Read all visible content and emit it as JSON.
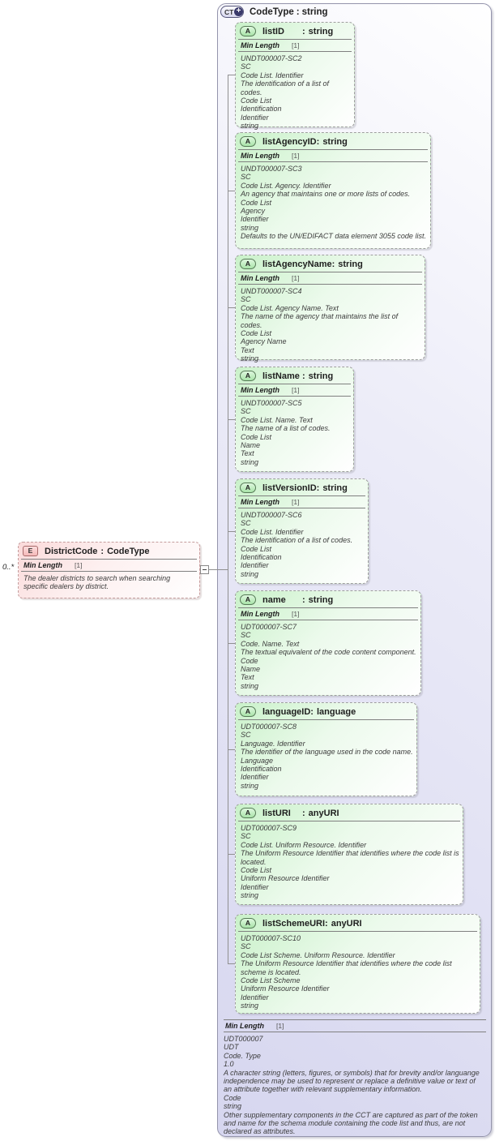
{
  "icons": {
    "complex_type": "CT",
    "attribute": "A",
    "element": "E",
    "plus": "+"
  },
  "punct": {
    "colon": ":"
  },
  "complex_type": {
    "name": "CodeType",
    "type": "string",
    "attributes": [
      {
        "name": "listID",
        "type": "string",
        "facet": {
          "label": "Min Length",
          "value": "[1]"
        },
        "annotations": [
          "UNDT000007-SC2",
          "SC",
          "Code List. Identifier",
          "The identification of a list of codes.",
          "Code List",
          "Identification",
          "Identifier",
          "string"
        ]
      },
      {
        "name": "listAgencyID",
        "type": "string",
        "facet": {
          "label": "Min Length",
          "value": "[1]"
        },
        "annotations": [
          "UNDT000007-SC3",
          "SC",
          "Code List. Agency. Identifier",
          "An agency that maintains one or more lists of codes.",
          "Code List",
          "Agency",
          "Identifier",
          "string",
          "Defaults to the UN/EDIFACT data element 3055 code list."
        ]
      },
      {
        "name": "listAgencyName",
        "type": "string",
        "facet": {
          "label": "Min Length",
          "value": "[1]"
        },
        "annotations": [
          "UNDT000007-SC4",
          "SC",
          "Code List. Agency Name. Text",
          "The name of the agency that maintains the list of codes.",
          "Code List",
          "Agency Name",
          "Text",
          "string"
        ]
      },
      {
        "name": "listName",
        "type": "string",
        "facet": {
          "label": "Min Length",
          "value": "[1]"
        },
        "annotations": [
          "UNDT000007-SC5",
          "SC",
          "Code List. Name. Text",
          "The name of a list of codes.",
          "Code List",
          "Name",
          "Text",
          "string"
        ]
      },
      {
        "name": "listVersionID",
        "type": "string",
        "facet": {
          "label": "Min Length",
          "value": "[1]"
        },
        "annotations": [
          "UNDT000007-SC6",
          "SC",
          "Code List. Identifier",
          "The identification of a list of codes.",
          "Code List",
          "Identification",
          "Identifier",
          "string"
        ]
      },
      {
        "name": "name",
        "type": "string",
        "facet": {
          "label": "Min Length",
          "value": "[1]"
        },
        "annotations": [
          "UDT000007-SC7",
          "SC",
          "Code. Name. Text",
          "The textual equivalent of the code content component.",
          "Code",
          "Name",
          "Text",
          "string"
        ]
      },
      {
        "name": "languageID",
        "type": "language",
        "annotations": [
          "UDT000007-SC8",
          "SC",
          "Language. Identifier",
          "The identifier of the language used in the code name.",
          "Language",
          "Identification",
          "Identifier",
          "string"
        ]
      },
      {
        "name": "listURI",
        "type": "anyURI",
        "annotations": [
          "UDT000007-SC9",
          "SC",
          "Code List. Uniform Resource. Identifier",
          "The Uniform Resource Identifier that identifies where the code list is located.",
          "Code List",
          "Uniform Resource Identifier",
          "Identifier",
          "string"
        ]
      },
      {
        "name": "listSchemeURI",
        "type": "anyURI",
        "annotations": [
          "UDT000007-SC10",
          "SC",
          "Code List Scheme. Uniform Resource. Identifier",
          "The Uniform Resource Identifier that identifies where the code list scheme is located.",
          "Code List Scheme",
          "Uniform Resource Identifier",
          "Identifier",
          "string"
        ]
      }
    ],
    "facet": {
      "label": "Min Length",
      "value": "[1]"
    },
    "annotations": [
      "UDT000007",
      "UDT",
      "Code. Type",
      "1.0",
      "A character string (letters, figures, or symbols) that for brevity and/or languange independence may be used to represent or replace a definitive value or text of an attribute together with relevant supplementary information.",
      "Code",
      "string",
      "Other supplementary components in the CCT are captured as part of the token and name for the schema module containing the code list and thus, are not declared as attributes."
    ]
  },
  "element": {
    "name": "DistrictCode",
    "type": "CodeType",
    "cardinality": "0..*",
    "facet": {
      "label": "Min Length",
      "value": "[1]"
    },
    "annotations": [
      "The dealer districts to search when searching specific dealers by district."
    ]
  },
  "colors": {
    "container_fill": "#d9d9f0",
    "attribute_fill": "#cdf3cd",
    "element_fill": "#fbdede",
    "dashed_border": "#9e9e9e",
    "plus_badge": "#3a3a6b",
    "rule": "#808080"
  }
}
